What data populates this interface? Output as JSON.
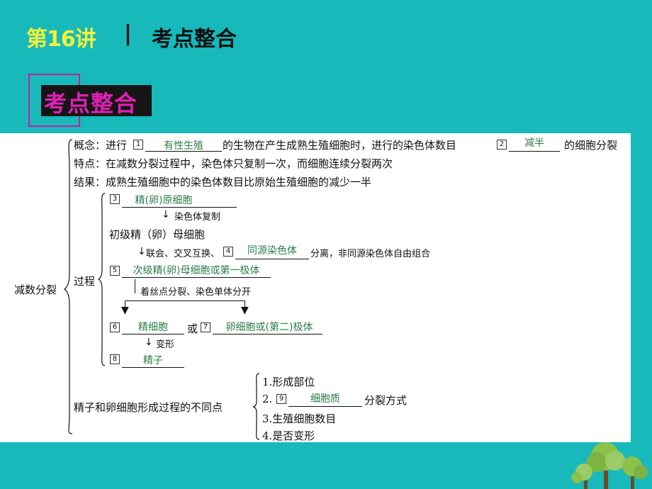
{
  "header": {
    "lecture": "第16讲",
    "separator": "|",
    "title": "考点整合"
  },
  "badge": {
    "label": "考点整合"
  },
  "colors": {
    "background": "#17b9bb",
    "lecture_yellow": "#f2f23a",
    "badge_magenta": "#e31fb5",
    "answer_green": "#2a7d46"
  },
  "content": {
    "root": "减数分裂",
    "concept": {
      "prefix": "概念：进行",
      "n1": "1",
      "ans1": "有性生殖",
      "mid": "的生物在产生成熟生殖细胞时，进行的染色体数目",
      "n2": "2",
      "ans2": "减半",
      "suffix": "的细胞分裂"
    },
    "feature": "特点：在减数分裂过程中，染色体只复制一次，而细胞连续分裂两次",
    "result": "结果：成熟生殖细胞中的染色体数目比原始生殖细胞的减少一半",
    "process": {
      "label": "过程",
      "n3": "3",
      "ans3": "精(卵)原细胞",
      "step3": "染色体复制",
      "primary": "初级精（卵）母细胞",
      "step4_pre": "联会、交叉互换、",
      "n4": "4",
      "ans4": "同源染色体",
      "step4_post": "分离，非同源染色体自由组合",
      "n5": "5",
      "ans5": "次级精(卵)母细胞或第一极体",
      "step5": "着丝点分裂、染色单体分开",
      "n6": "6",
      "ans6": "精细胞",
      "or": "或",
      "n7": "7",
      "ans7": "卵细胞或(第二)极体",
      "step6": "变形",
      "n8": "8",
      "ans8": "精子"
    },
    "difference": {
      "label": "精子和卵细胞形成过程的不同点",
      "item1": "1.形成部位",
      "item2_pre": "2.",
      "n9": "9",
      "ans9": "细胞质",
      "item2_post": "分裂方式",
      "item3": "3.生殖细胞数目",
      "item4": "4.是否变形"
    }
  }
}
